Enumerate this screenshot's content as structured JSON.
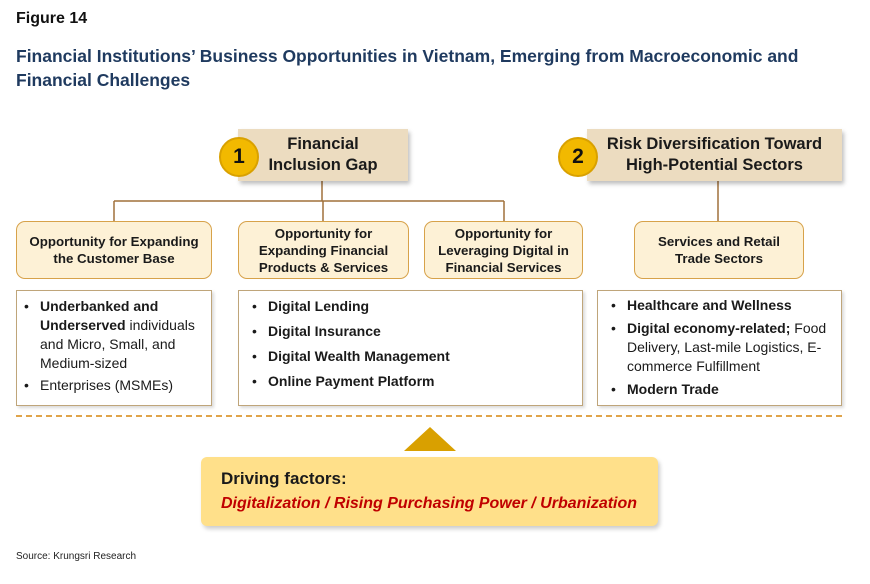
{
  "figure_label": "Figure 14",
  "title": "Financial Institutions’ Business Opportunities in Vietnam, Emerging from Macroeconomic and Financial Challenges",
  "groups": [
    {
      "number": "1",
      "header": "Financial Inclusion Gap"
    },
    {
      "number": "2",
      "header": "Risk Diversification Toward High-Potential Sectors"
    }
  ],
  "opportunities": [
    "Opportunity for Expanding the Customer Base",
    "Opportunity for Expanding Financial Products & Services",
    "Opportunity for Leveraging Digital in Financial Services",
    "Services and Retail Trade Sectors"
  ],
  "panels": {
    "customer_base": {
      "item1_bold": "Underbanked and Underserved",
      "item1_rest": " individuals and Micro, Small, and Medium-sized",
      "item2": "Enterprises (MSMEs)"
    },
    "digital": [
      "Digital Lending",
      "Digital Insurance",
      "Digital Wealth Management",
      "Online Payment Platform"
    ],
    "sectors": {
      "item1": "Healthcare and Wellness",
      "item2_bold": "Digital economy-related;",
      "item2_rest": " Food Delivery, Last-mile Logistics, E-commerce Fulfillment",
      "item3": "Modern Trade"
    }
  },
  "bullet": "•",
  "drivers": {
    "title": "Driving factors:",
    "text": "Digitalization / Rising Purchasing Power / Urbanization"
  },
  "source": "Source: Krungsri Research",
  "colors": {
    "title": "#1f3a5f",
    "header_fill": "#ecdcc0",
    "number_badge": "#f2b900",
    "opportunity_fill": "#fdf1d6",
    "drivers_fill": "#ffe08a",
    "drivers_text": "#c00000"
  }
}
